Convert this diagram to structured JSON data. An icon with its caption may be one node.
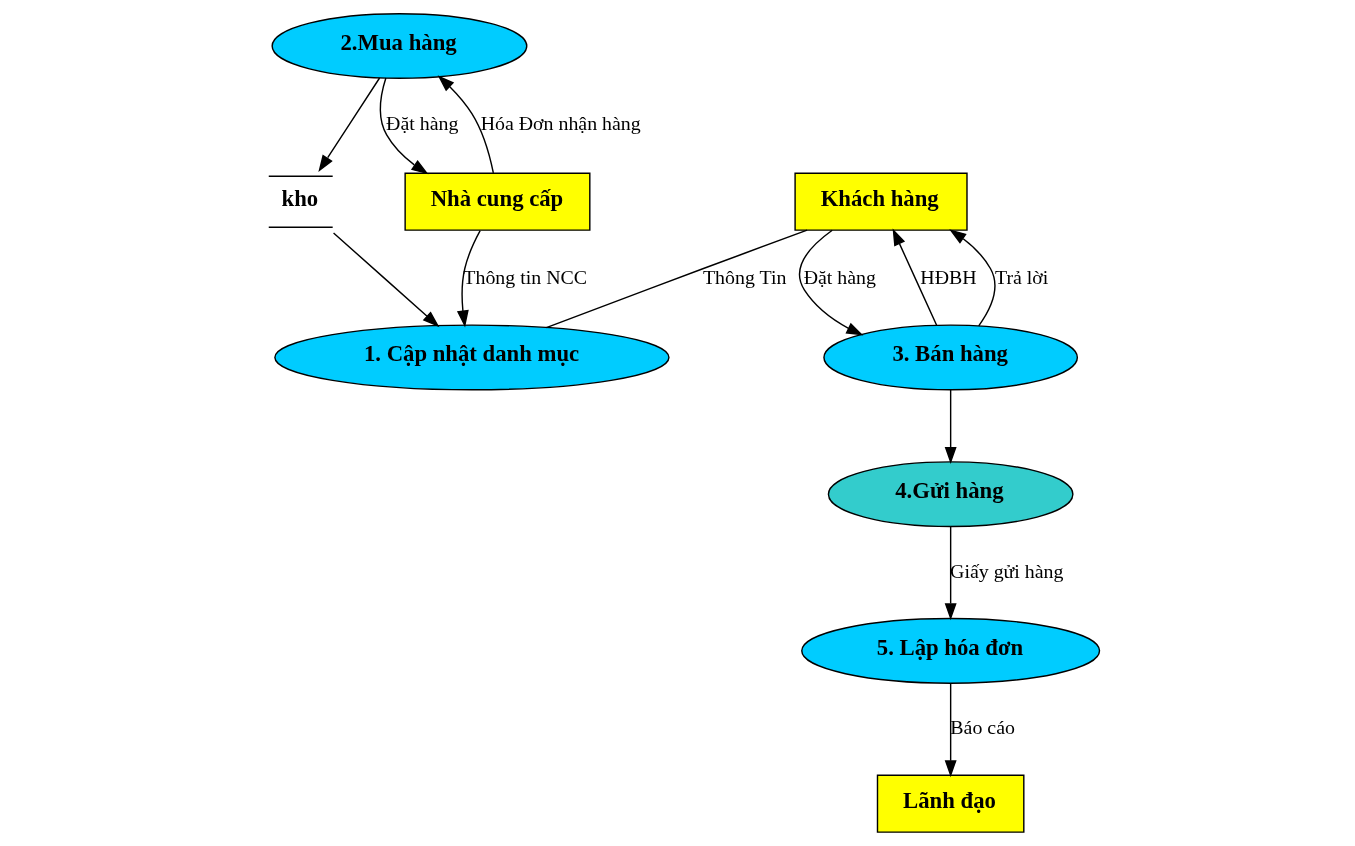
{
  "diagram": {
    "nodes": [
      {
        "text": [
          "1. Cập nhật danh mục"
        ]
      },
      {
        "text": [
          "2.Mua hàng"
        ]
      },
      {
        "text": [
          "kho"
        ]
      },
      {
        "text": [
          "Khách hàng"
        ]
      },
      {
        "text": [
          "3. Bán hàng"
        ]
      },
      {
        "text": [
          "4.Gửi hàng"
        ]
      },
      {
        "text": [
          "Nhà cung cấp"
        ]
      },
      {
        "text": [
          "Lãnh đạo"
        ]
      },
      {
        "text": [
          "5. Lập hóa đơn"
        ]
      }
    ],
    "edges": [
      {
        "from": 6,
        "to": 0,
        "arrow": "to",
        "label": "Thông tin NCC"
      },
      {
        "from": 1,
        "to": 2,
        "arrow": "to"
      },
      {
        "from": 2,
        "to": 0,
        "arrow": "to"
      },
      {
        "from": 3,
        "to": 0,
        "arrow": "none",
        "label": "Thông Tin"
      },
      {
        "from": 3,
        "to": 4,
        "arrow": "to",
        "label": "Đặt hàng"
      },
      {
        "from": 4,
        "to": 3,
        "arrow": "to",
        "label": "HĐBH"
      },
      {
        "from": 4,
        "to": 3,
        "arrow": "to",
        "label": "Trả lời"
      },
      {
        "from": 4,
        "to": 5,
        "arrow": "to"
      },
      {
        "from": 6,
        "to": 1,
        "arrow": "to",
        "label": "Hóa Đơn nhận hàng"
      },
      {
        "from": 1,
        "to": 6,
        "arrow": "to",
        "label": "Đặt hàng"
      },
      {
        "from": 5,
        "to": 8,
        "arrow": "to",
        "label": "Giấy gửi hàng"
      },
      {
        "from": 8,
        "to": 7,
        "arrow": "to",
        "label": "Báo cáo"
      }
    ]
  }
}
